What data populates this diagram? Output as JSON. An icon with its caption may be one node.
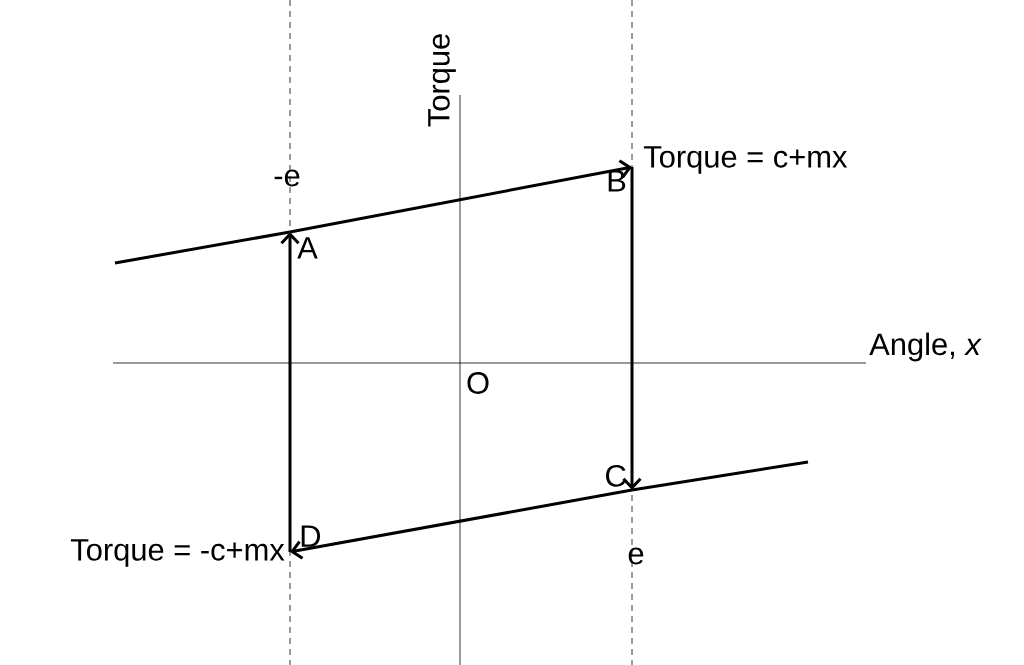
{
  "diagram": {
    "nodes": [
      {
        "text": [
          "A"
        ]
      },
      {
        "text": [
          "B"
        ]
      },
      {
        "text": [
          "C"
        ]
      },
      {
        "text": [
          "D"
        ]
      }
    ],
    "edges": [
      {
        "from": 3,
        "to": 0,
        "arrow": "to"
      },
      {
        "from": 0,
        "to": 1,
        "arrow": "to"
      },
      {
        "from": 1,
        "to": 2,
        "arrow": "to"
      },
      {
        "from": 2,
        "to": 3,
        "arrow": "to"
      }
    ],
    "labels": [
      "Torque",
      "-e",
      "Torque = c+mx",
      "Angle, *x*",
      "O",
      "Torque = -c+mx",
      "e"
    ]
  }
}
